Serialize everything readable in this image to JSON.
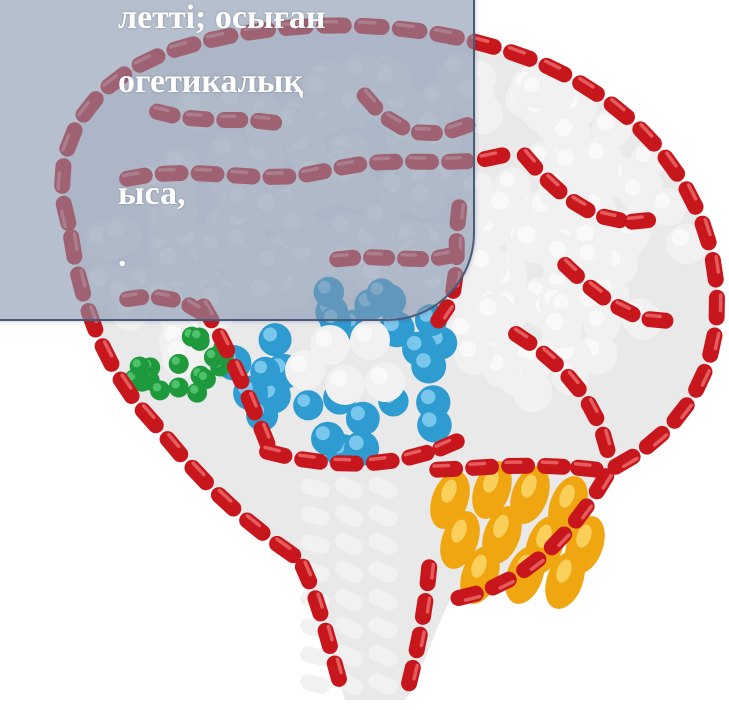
{
  "overlay_text": {
    "lines": [
      "летті; осыған",
      "огетикалық",
      "ыса,",
      "."
    ]
  },
  "illustration": {
    "subject": "brain-made-of-pills",
    "colors": {
      "capsule_red": "#c8171c",
      "pill_white": "#f1f1f1",
      "blue_tablets": "#2e9bd1",
      "green_pills": "#1e9a3c",
      "orange_softgels": "#f0a610",
      "text_box_fill": "#8494ae",
      "text_box_border": "#4a5a7a"
    }
  }
}
